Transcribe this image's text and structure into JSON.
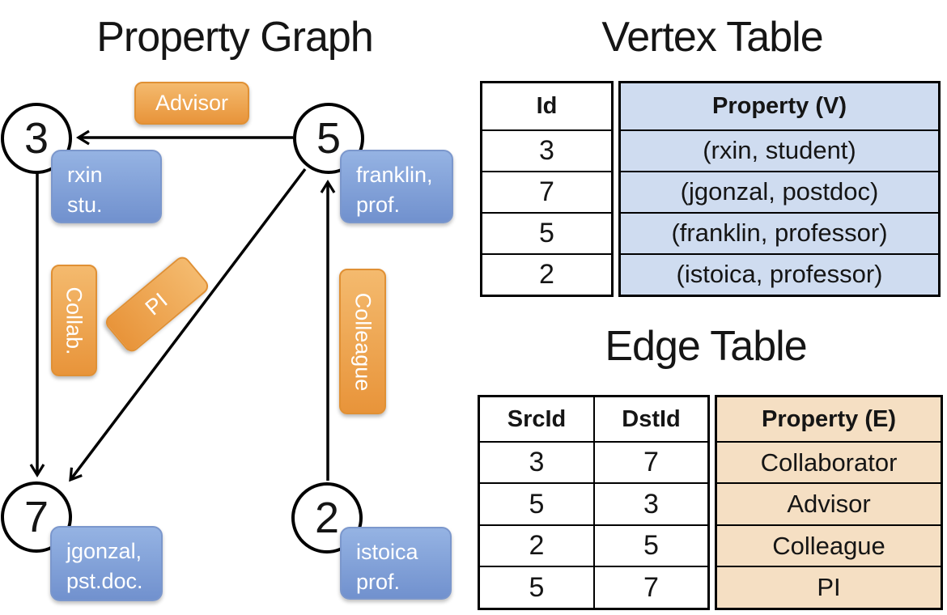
{
  "titles": {
    "graph": "Property Graph",
    "vertex_table": "Vertex Table",
    "edge_table": "Edge Table"
  },
  "graph": {
    "nodes": {
      "n3": {
        "id": "3",
        "property": "rxin\nstu."
      },
      "n5": {
        "id": "5",
        "property": "franklin,\nprof."
      },
      "n7": {
        "id": "7",
        "property": "jgonzal,\npst.doc."
      },
      "n2": {
        "id": "2",
        "property": "istoica\nprof."
      }
    },
    "edge_labels": {
      "advisor": "Advisor",
      "collab": "Collab.",
      "pi": "PI",
      "colleague": "Colleague"
    },
    "edges": [
      {
        "from": "5",
        "to": "3",
        "label": "Advisor"
      },
      {
        "from": "3",
        "to": "7",
        "label": "Collab."
      },
      {
        "from": "5",
        "to": "7",
        "label": "PI"
      },
      {
        "from": "2",
        "to": "5",
        "label": "Colleague"
      }
    ]
  },
  "vertex_table": {
    "columns": {
      "id": "Id",
      "property": "Property (V)"
    },
    "rows": [
      {
        "id": "3",
        "property": "(rxin, student)"
      },
      {
        "id": "7",
        "property": "(jgonzal, postdoc)"
      },
      {
        "id": "5",
        "property": "(franklin, professor)"
      },
      {
        "id": "2",
        "property": "(istoica, professor)"
      }
    ]
  },
  "edge_table": {
    "columns": {
      "src": "SrcId",
      "dst": "DstId",
      "property": "Property (E)"
    },
    "rows": [
      {
        "src": "3",
        "dst": "7",
        "property": "Collaborator"
      },
      {
        "src": "5",
        "dst": "3",
        "property": "Advisor"
      },
      {
        "src": "2",
        "dst": "5",
        "property": "Colleague"
      },
      {
        "src": "5",
        "dst": "7",
        "property": "PI"
      }
    ]
  },
  "colors": {
    "vertex_property_cell": "#cfdcf0",
    "edge_property_cell": "#f5dfc3",
    "node_property_box": "#84a4d8",
    "edge_label_box": "#eda04c",
    "line": "#000000",
    "background": "#ffffff"
  }
}
